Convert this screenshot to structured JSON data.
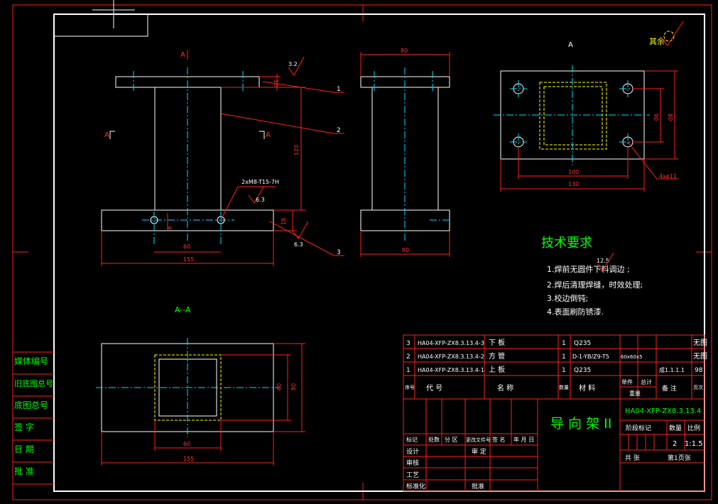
{
  "colors": {
    "background": "#000000",
    "outline": "#ffffff",
    "dimension": "#ff2020",
    "annotation": "#00ff00",
    "centerline": "#00e0ff",
    "hidden": "#ffff00"
  },
  "views": {
    "section_a_left": "A",
    "section_a_right": "A",
    "section_a_top": "A",
    "section_a_side": "A",
    "section_title": "A--A",
    "roughness_3_2": "3.2",
    "roughness_6_3_a": "6.3",
    "roughness_6_3_b": "6.3",
    "roughness_12_5": "12.5",
    "roughness_other": "其余"
  },
  "dims": {
    "d10": "10",
    "d120": "120",
    "d18": "18",
    "d9": "9",
    "d60_front": "60",
    "d155_front": "155",
    "thread": "2xM8-T15-7H",
    "d80_side_top": "80",
    "d80_side_bottom": "80",
    "d90_top": "90",
    "d80_top": "80",
    "d100_top": "100",
    "d130_top": "130",
    "holes": "4xø11",
    "d60_sec_v": "60",
    "d80_sec_v": "80",
    "d60_sec_h": "60",
    "d155_sec": "155"
  },
  "callouts": [
    "1",
    "2",
    "3"
  ],
  "tech": {
    "title": "技术要求",
    "items": [
      "1.焊前无圆件下料调边 ;",
      "2.焊后清理焊缝，时效处理;",
      "3.校边倒钝;",
      "4.表面刷防锈漆."
    ]
  },
  "bom": {
    "rows": [
      {
        "no": "3",
        "code": "HA04-XFP-ZX8.3.13.4-3",
        "name": "下    板",
        "qty": "1",
        "material": "Q235",
        "remark": "无图"
      },
      {
        "no": "2",
        "code": "HA04-XFP-ZX8.3.13.4-2",
        "name": "方    管",
        "qty": "1",
        "material": "D-1-YB/Z9-T5",
        "spec": "60x60x5",
        "remark": "无图"
      },
      {
        "no": "1",
        "code": "HA04-XFP-ZX8.3.13.4-1",
        "name": "上    板",
        "qty": "1",
        "material": "Q235",
        "spec": "成1.1.1.1",
        "remark": "98"
      }
    ],
    "header": {
      "no": "序号",
      "code": "代        号",
      "name": "名      称",
      "qty": "数量",
      "material": "材      料",
      "unit": "单件",
      "total": "总计",
      "weight": "重量",
      "remark": "备  注",
      "page": "页次"
    }
  },
  "title_block": {
    "part_name": "导 向 架 II",
    "drawing_no": "HA04-XFP-ZX8.3.13.4",
    "stage_label": "阶段标记",
    "qty_label": "数量",
    "ratio_label": "比例",
    "qty": "2",
    "ratio": "1:1.5",
    "sheets": "共      张",
    "sheet_no": "第1页张",
    "rev_header": [
      "标记",
      "处数",
      "分 区",
      "更改文件号",
      "签 名",
      "年 月 日"
    ],
    "roles": [
      "设计",
      "标准化",
      "审核",
      "工艺",
      "批准",
      "审 定"
    ]
  },
  "left_strip": [
    "媒体编号",
    "旧底图总号",
    "底图总号",
    "签  字",
    "日  期",
    "批  准"
  ]
}
